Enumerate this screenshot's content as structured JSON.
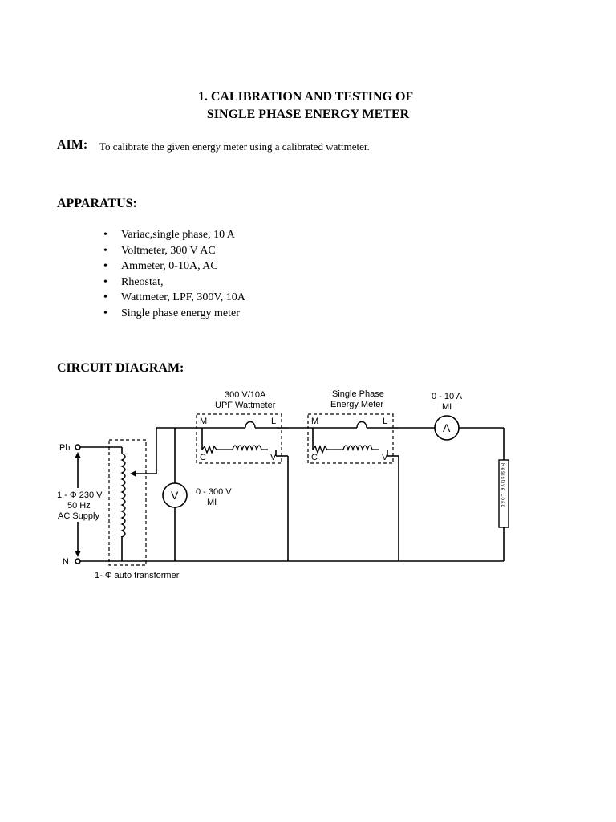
{
  "title": {
    "line1": "1. CALIBRATION AND TESTING OF",
    "line2": "SINGLE PHASE ENERGY METER"
  },
  "aim": {
    "label": "AIM:",
    "text": "To calibrate the given energy meter using a calibrated wattmeter."
  },
  "apparatus": {
    "heading": "APPARATUS:",
    "bullet": "•",
    "items": [
      "Variac,single phase, 10 A",
      "Voltmeter, 300 V AC",
      "Ammeter, 0-10A, AC",
      "Rheostat,",
      "Wattmeter, LPF, 300V, 10A",
      "Single phase energy meter"
    ]
  },
  "circuit": {
    "heading": "CIRCUIT DIAGRAM:",
    "labels": {
      "ph": "Ph",
      "n": "N",
      "supply_line1": "1 - Φ 230 V",
      "supply_line2": "50 Hz",
      "supply_line3": "AC Supply",
      "autotransformer": "1- Φ auto transformer",
      "voltmeter_symbol": "V",
      "voltmeter_range": "0 - 300 V",
      "voltmeter_type": "MI",
      "wattmeter_line1": "300 V/10A",
      "wattmeter_line2": "UPF Wattmeter",
      "energy_meter_line1": "Single Phase",
      "energy_meter_line2": "Energy Meter",
      "ammeter_range": "0 - 10 A",
      "ammeter_type": "MI",
      "ammeter_symbol": "A",
      "terminal_m": "M",
      "terminal_l": "L",
      "terminal_c": "C",
      "terminal_v": "V",
      "load_label": "Resistive Load"
    }
  }
}
